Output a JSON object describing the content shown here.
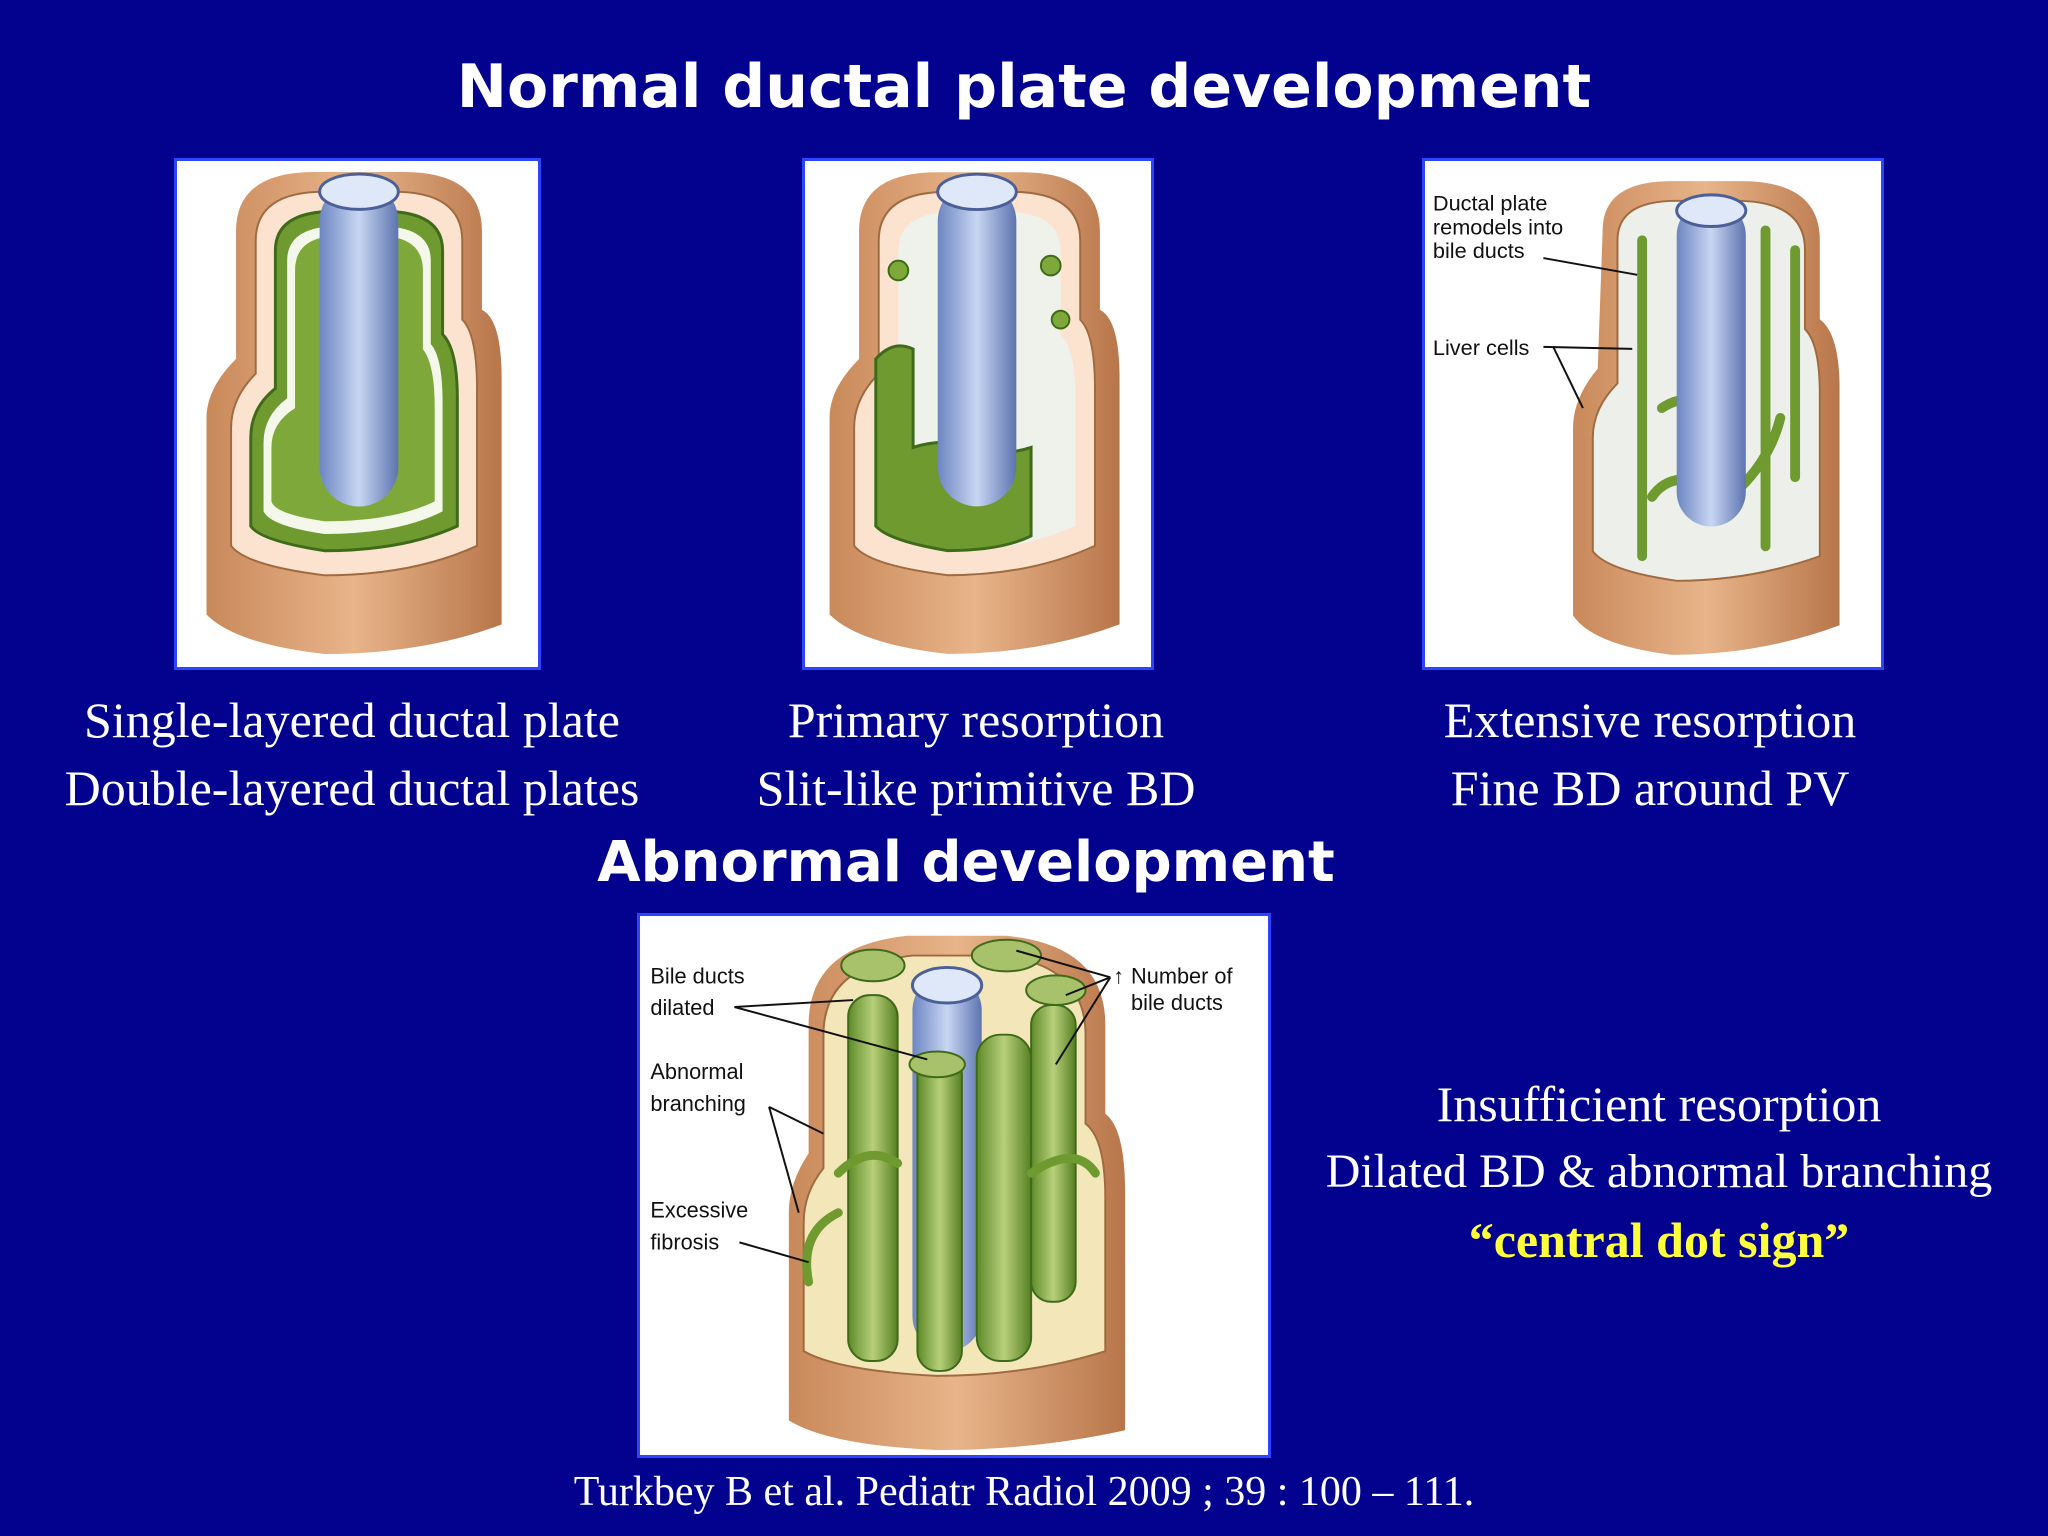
{
  "titles": {
    "normal": "Normal ductal plate development",
    "abnormal": "Abnormal development"
  },
  "panels": [
    {
      "caption": [
        "Single-layered ductal plate",
        "Double-layered ductal plates"
      ]
    },
    {
      "caption": [
        "Primary resorption",
        "Slit-like primitive BD"
      ]
    },
    {
      "caption": [
        "Extensive resorption",
        "Fine BD around PV"
      ],
      "labels": [
        "Ductal plate",
        "remodels into",
        "bile ducts",
        "Liver cells"
      ]
    }
  ],
  "abnormal": {
    "labels": {
      "bile_dilated_1": "Bile ducts",
      "bile_dilated_2": "dilated",
      "abn_branch_1": "Abnormal",
      "abn_branch_2": "branching",
      "fibrosis_1": "Excessive",
      "fibrosis_2": "fibrosis",
      "number_1": "Number of",
      "number_2": "bile ducts",
      "arrow_symbol": "↑"
    },
    "caption": [
      "Insufficient resorption",
      "Dilated BD & abnormal branching",
      "“central dot sign”"
    ]
  },
  "citation": "Turkbey B et al. Pediatr Radiol 2009 ; 39 : 100 – 111.",
  "colors": {
    "background": "#02028e",
    "panel_border": "#2b45ff",
    "highlight": "#ffff3a"
  }
}
